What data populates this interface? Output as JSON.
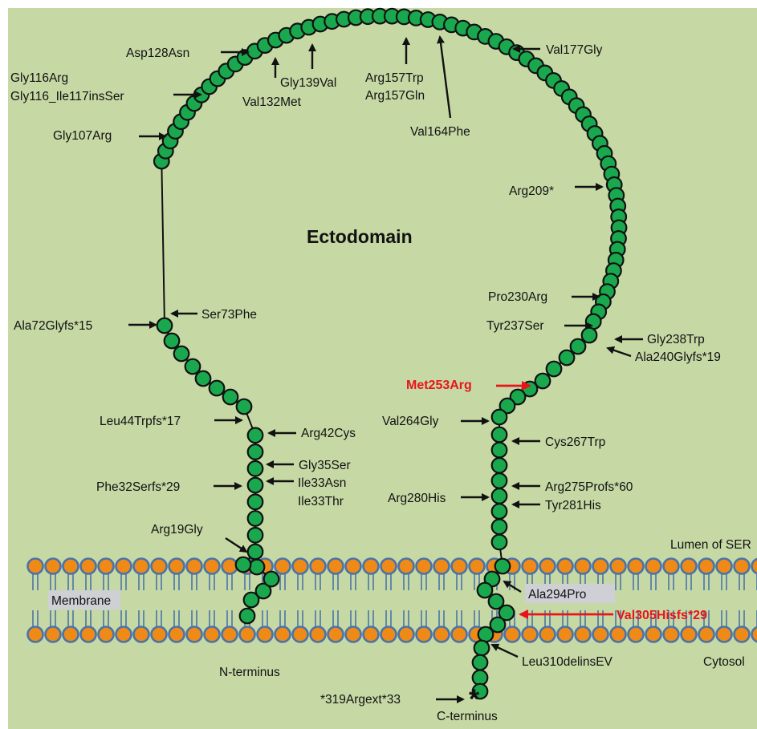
{
  "diagram": {
    "title": "Ectodomain",
    "colors": {
      "background": "#c6d9a5",
      "bead": "#1aa84e",
      "lipid_head": "#f08a16",
      "lipid_outline": "#4a73a8",
      "highlight": "#e8141b"
    },
    "regions": {
      "membrane": "Membrane",
      "lumen": "Lumen of SER",
      "cytosol": "Cytosol",
      "n_terminus": "N-terminus",
      "c_terminus": "C-terminus"
    },
    "mutations": [
      {
        "id": "asp128asn",
        "label": "Asp128Asn"
      },
      {
        "id": "gly116arg",
        "label": "Gly116Arg"
      },
      {
        "id": "gly116ins",
        "label": "Gly116_Ile117insSer"
      },
      {
        "id": "gly107arg",
        "label": "Gly107Arg"
      },
      {
        "id": "gly139val",
        "label": "Gly139Val"
      },
      {
        "id": "val132met",
        "label": "Val132Met"
      },
      {
        "id": "arg157trp",
        "label": "Arg157Trp"
      },
      {
        "id": "arg157gln",
        "label": "Arg157Gln"
      },
      {
        "id": "val164phe",
        "label": "Val164Phe"
      },
      {
        "id": "val177gly",
        "label": "Val177Gly"
      },
      {
        "id": "arg209stop",
        "label": "Arg209*"
      },
      {
        "id": "ser73phe",
        "label": "Ser73Phe"
      },
      {
        "id": "ala72glyfs",
        "label": "Ala72Glyfs*15"
      },
      {
        "id": "pro230arg",
        "label": "Pro230Arg"
      },
      {
        "id": "tyr237ser",
        "label": "Tyr237Ser"
      },
      {
        "id": "gly238trp",
        "label": "Gly238Trp"
      },
      {
        "id": "ala240glyfs",
        "label": "Ala240Glyfs*19"
      },
      {
        "id": "met253arg",
        "label": "Met253Arg",
        "highlight": true
      },
      {
        "id": "leu44trpfs",
        "label": "Leu44Trpfs*17"
      },
      {
        "id": "arg42cys",
        "label": "Arg42Cys"
      },
      {
        "id": "gly35ser",
        "label": "Gly35Ser"
      },
      {
        "id": "phe32serfs",
        "label": "Phe32Serfs*29"
      },
      {
        "id": "ile33asn",
        "label": "Ile33Asn"
      },
      {
        "id": "ile33thr",
        "label": "Ile33Thr"
      },
      {
        "id": "arg19gly",
        "label": "Arg19Gly"
      },
      {
        "id": "val264gly",
        "label": "Val264Gly"
      },
      {
        "id": "cys267trp",
        "label": "Cys267Trp"
      },
      {
        "id": "arg280his",
        "label": "Arg280His"
      },
      {
        "id": "arg275profs",
        "label": "Arg275Profs*60"
      },
      {
        "id": "tyr281his",
        "label": "Tyr281His"
      },
      {
        "id": "ala294pro",
        "label": "Ala294Pro"
      },
      {
        "id": "val305hisfs",
        "label": "Val305Hisfs*29",
        "highlight": true
      },
      {
        "id": "leu310delinsev",
        "label": "Leu310delinsEV"
      },
      {
        "id": "ext319",
        "label": "*319Argext*33"
      }
    ]
  }
}
